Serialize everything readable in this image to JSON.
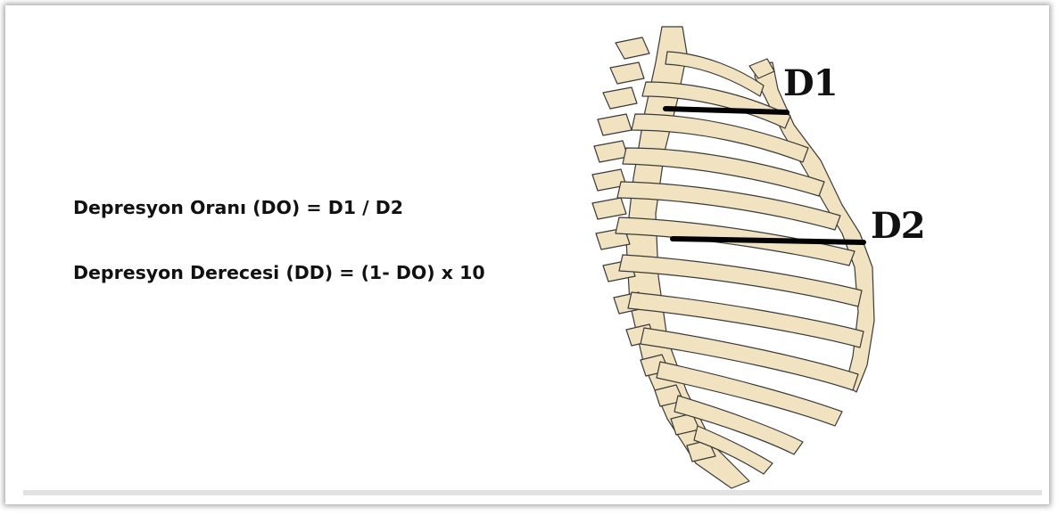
{
  "formulas": {
    "depression_ratio": "Depresyon Oranı (DO) = D1 / D2",
    "depression_degree": "Depresyon Derecesi (DD) = (1- DO) x 10"
  },
  "labels": {
    "d1": "D1",
    "d2": "D2"
  },
  "colors": {
    "bone": "#F1E3BF",
    "outline": "#3a3a3a",
    "measure_line": "#000000",
    "text": "#111111"
  }
}
